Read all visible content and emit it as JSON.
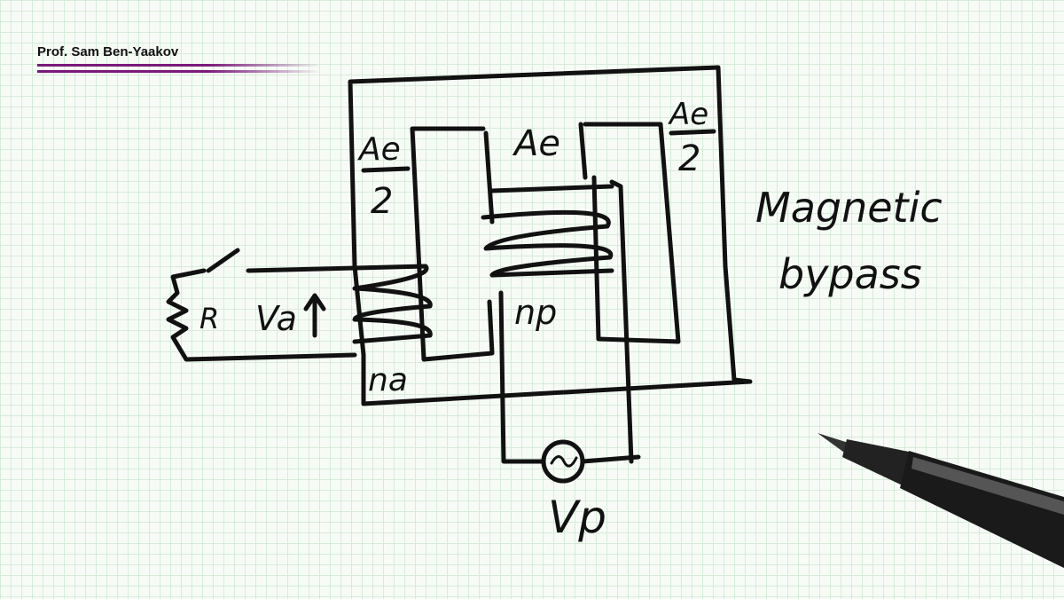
{
  "header": {
    "author": "Prof. Sam Ben-Yaakov",
    "accent_color": "#7a1a7a"
  },
  "diagram": {
    "labels": {
      "left_leg_area": "Ae",
      "left_leg_divisor": "2",
      "center_leg_area": "Ae",
      "right_leg_area": "Ae",
      "right_leg_divisor": "2",
      "title_line1": "Magnetic",
      "title_line2": "bypass",
      "resistor": "R",
      "aux_voltage": "Va",
      "aux_turns": "na",
      "primary_turns": "np",
      "primary_voltage": "Vp"
    },
    "icons": [
      "switch",
      "resistor",
      "ac-source",
      "pen"
    ]
  }
}
